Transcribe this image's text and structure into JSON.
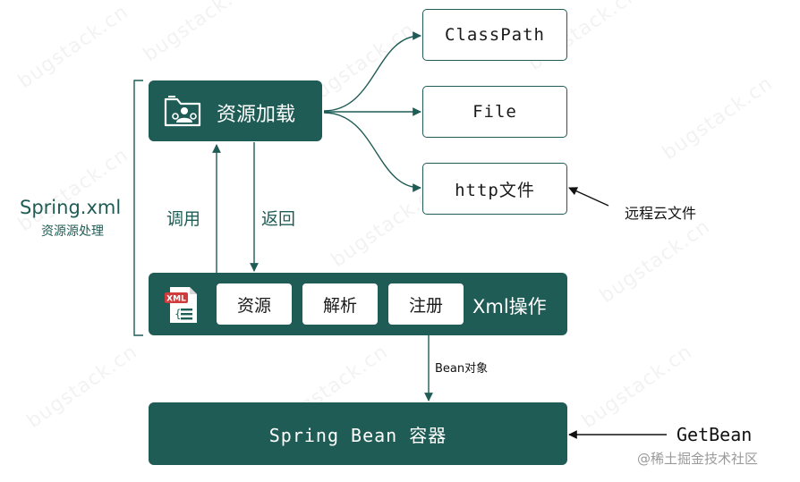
{
  "diagram": {
    "spring_xml": {
      "title": "Spring.xml",
      "subtitle": "资源源处理"
    },
    "resource_loading": {
      "label": "资源加载"
    },
    "targets": [
      {
        "label": "ClassPath"
      },
      {
        "label": "File"
      },
      {
        "label": "http文件"
      }
    ],
    "remote_note": "远程云文件",
    "call_label": "调用",
    "return_label": "返回",
    "xml_ops": {
      "icon_text": "XML",
      "chips": [
        "资源",
        "解析",
        "注册"
      ],
      "label": "Xml操作"
    },
    "bean_object_label": "Bean对象",
    "container": {
      "label": "Spring Bean 容器"
    },
    "getbean_label": "GetBean",
    "watermark": "@稀土掘金技术社区",
    "colors": {
      "primary": "#1f5c55",
      "background": "#ffffff"
    }
  }
}
